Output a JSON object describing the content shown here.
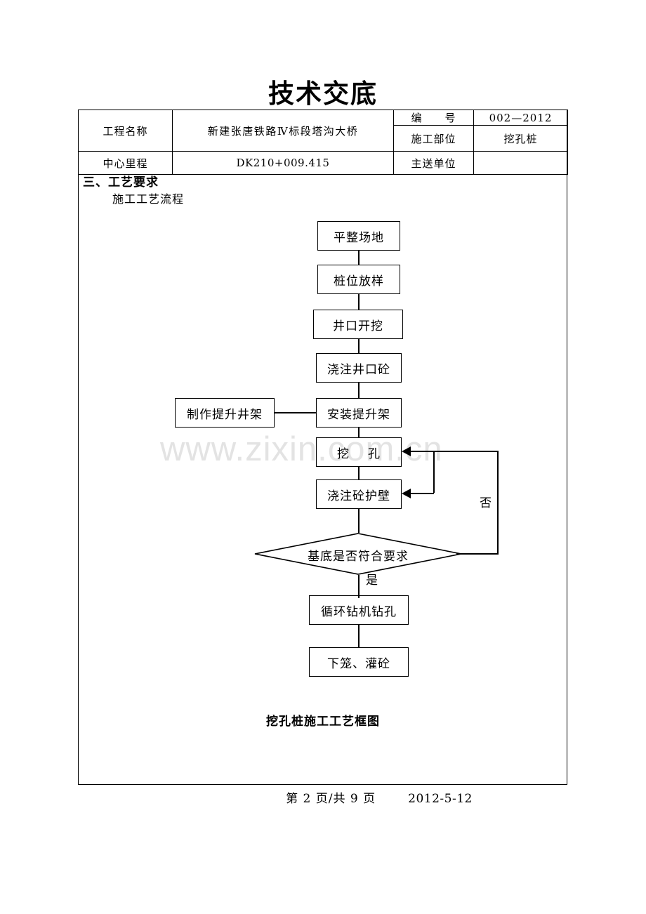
{
  "document": {
    "title": "技术交底",
    "caption": "挖孔桩施工工艺框图"
  },
  "header_table": {
    "rows": [
      {
        "label": "工程名称",
        "value": "新建张唐铁路Ⅳ标段塔沟大桥",
        "right_label": "编　　号",
        "right_value": "002—2012"
      },
      {
        "right_label": "施工部位",
        "right_value": "挖孔桩"
      },
      {
        "label": "中心里程",
        "value": "DK210+009.415",
        "right_label": "主送单位",
        "right_value": ""
      }
    ]
  },
  "section": {
    "heading": "三、工艺要求",
    "subheading": "施工工艺流程"
  },
  "watermark": {
    "text": "www.zixin.com.cn",
    "color": "#e3e3e3"
  },
  "flowchart": {
    "type": "process-flow",
    "nodes": [
      {
        "id": "n1",
        "label": "平整场地",
        "shape": "rect"
      },
      {
        "id": "n2",
        "label": "桩位放样",
        "shape": "rect"
      },
      {
        "id": "n3",
        "label": "井口开挖",
        "shape": "rect"
      },
      {
        "id": "n4",
        "label": "浇注井口砼",
        "shape": "rect"
      },
      {
        "id": "n5",
        "label": "安装提升架",
        "shape": "rect"
      },
      {
        "id": "n5b",
        "label": "制作提升井架",
        "shape": "rect"
      },
      {
        "id": "n6",
        "label_a": "挖",
        "label_b": "孔",
        "label": "挖　　孔",
        "shape": "rect"
      },
      {
        "id": "n7",
        "label": "浇注砼护壁",
        "shape": "rect"
      },
      {
        "id": "n8",
        "label": "基底是否符合要求",
        "shape": "diamond"
      },
      {
        "id": "n9",
        "label": "循环钻机钻孔",
        "shape": "rect"
      },
      {
        "id": "n10",
        "label": "下笼、灌砼",
        "shape": "rect"
      }
    ],
    "branch_labels": {
      "yes": "是",
      "no": "否"
    }
  },
  "footer": {
    "page_text": "第 2 页/共 9 页",
    "date": "2012-5-12"
  }
}
